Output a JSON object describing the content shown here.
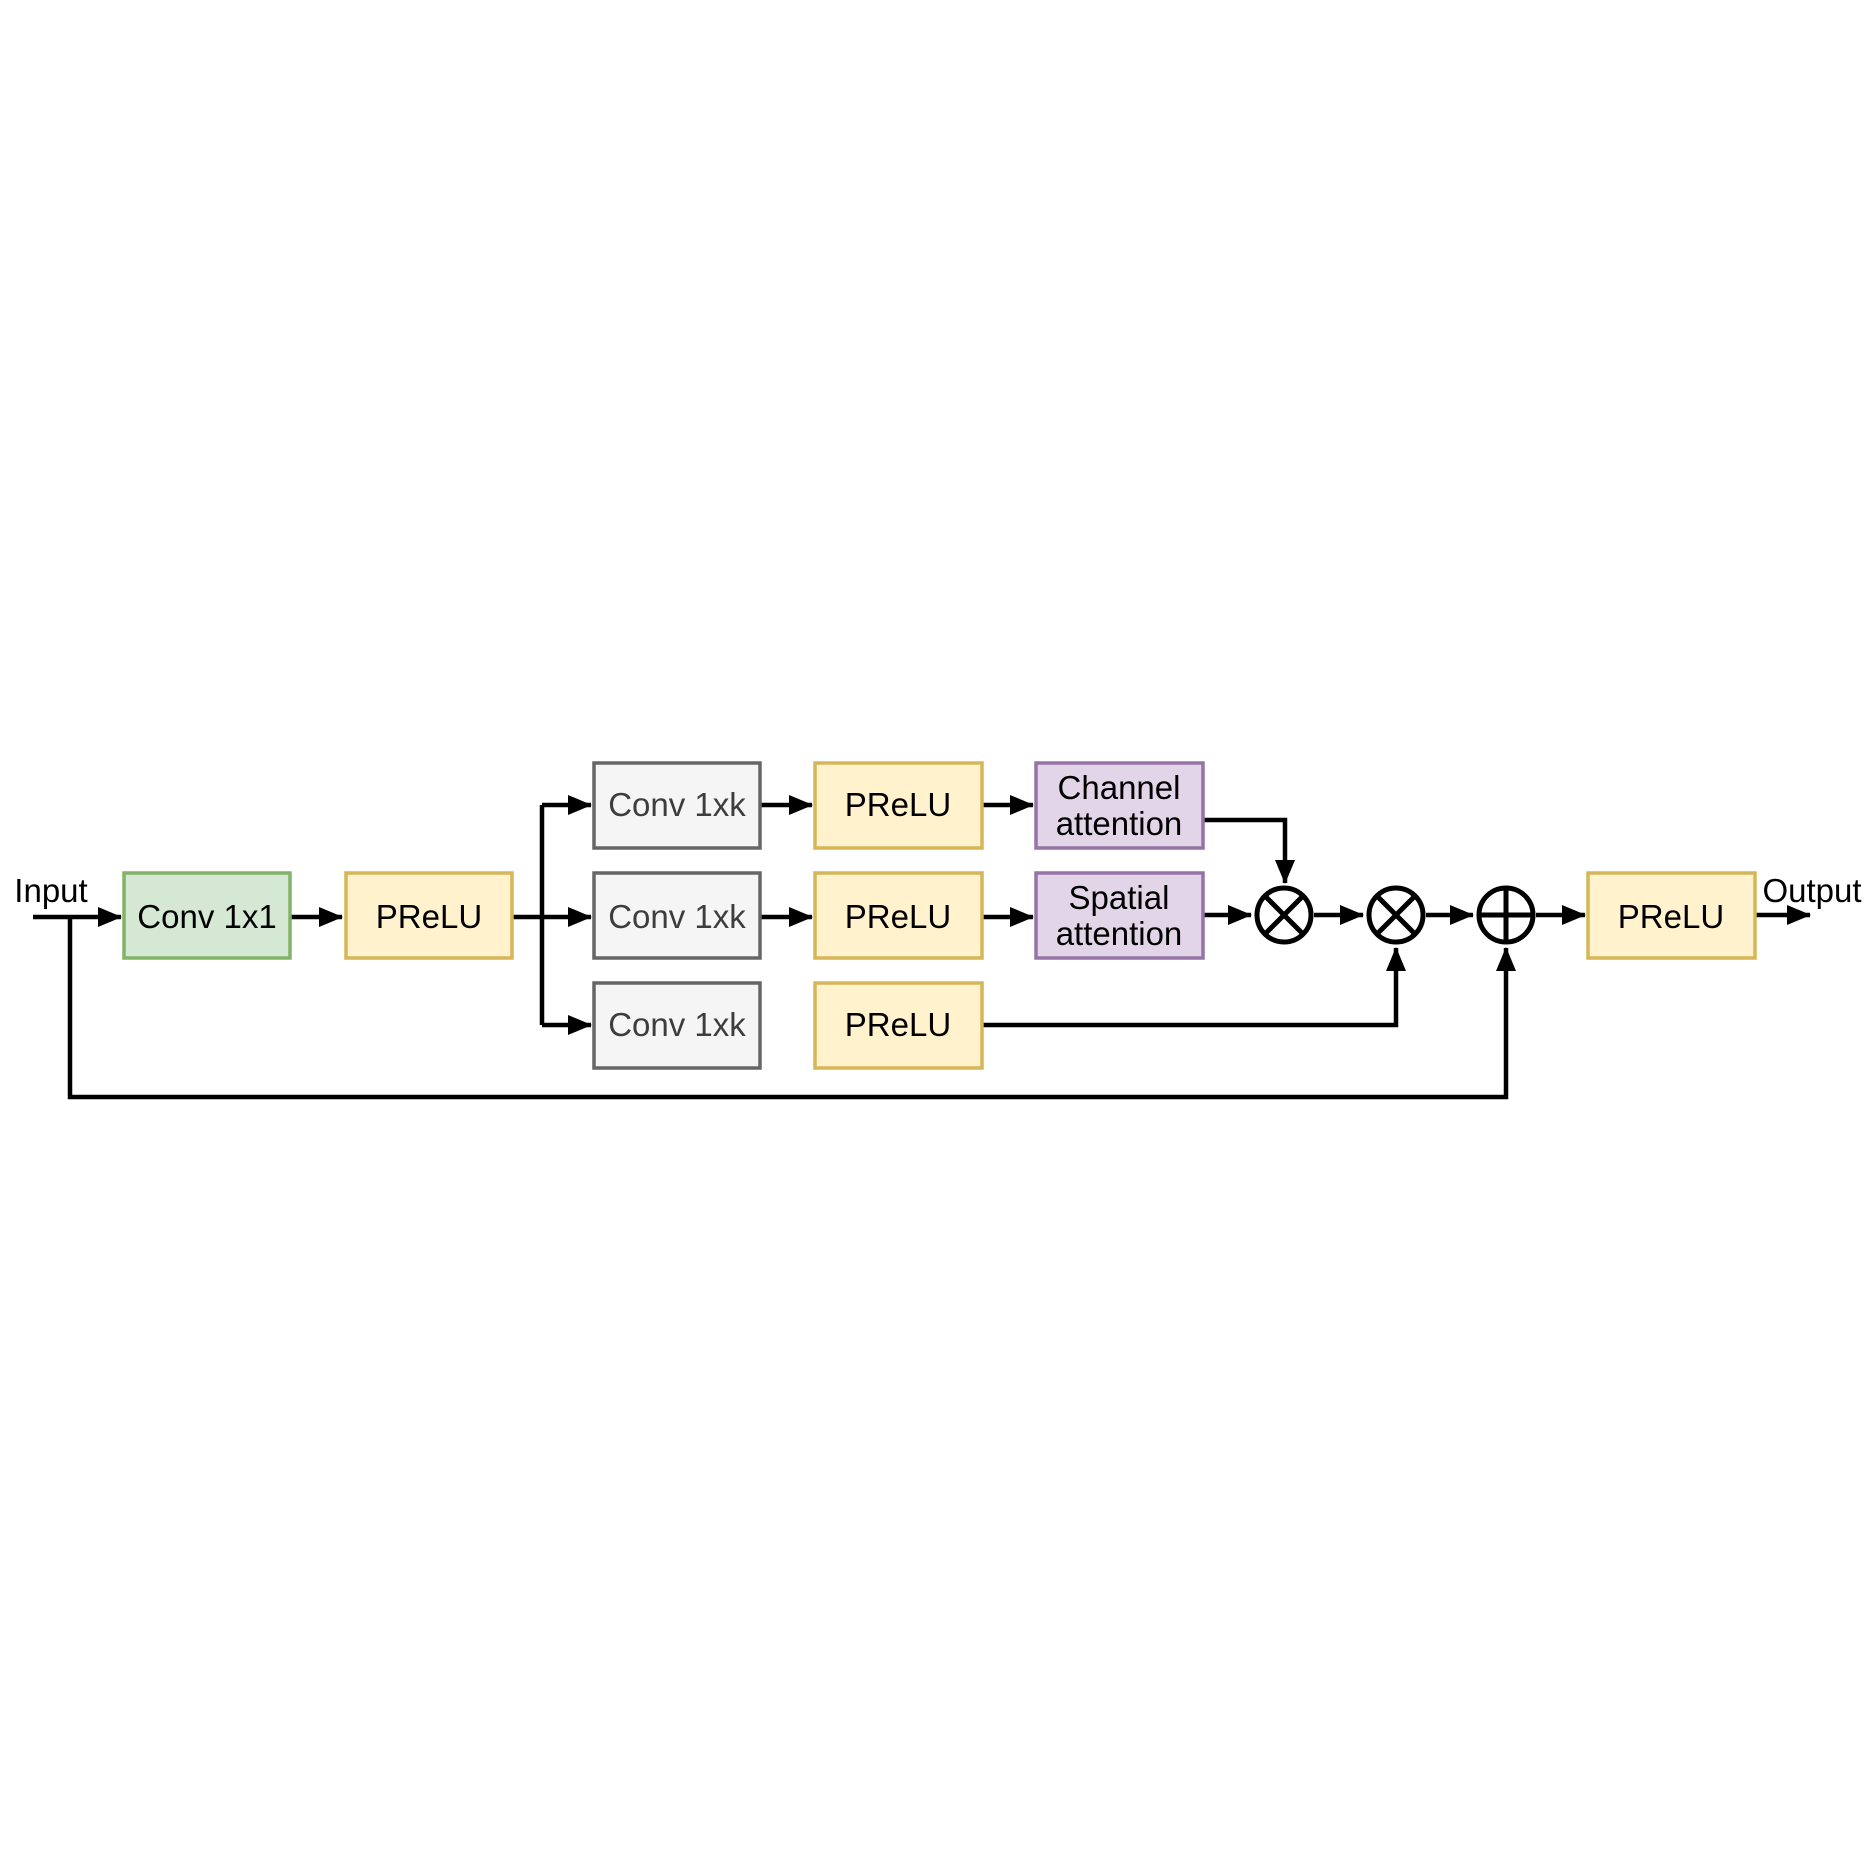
{
  "diagram": {
    "kind": "neural-network-block-diagram",
    "io": {
      "input_label": "Input",
      "output_label": "Output"
    },
    "nodes": {
      "conv_1x1": {
        "label": "Conv 1x1"
      },
      "prelu_main": {
        "label": "PReLU"
      },
      "conv_1xk_top": {
        "label": "Conv 1xk"
      },
      "prelu_top": {
        "label": "PReLU"
      },
      "channel_attention": {
        "label": "Channel attention",
        "line1": "Channel",
        "line2": "attention"
      },
      "conv_1xk_mid": {
        "label": "Conv 1xk"
      },
      "prelu_mid": {
        "label": "PReLU"
      },
      "spatial_attention": {
        "label": "Spatial attention",
        "line1": "Spatial",
        "line2": "attention"
      },
      "conv_1xk_bottom": {
        "label": "Conv 1xk"
      },
      "prelu_bottom": {
        "label": "PReLU"
      },
      "prelu_output": {
        "label": "PReLU"
      }
    },
    "operators": {
      "multiply_1": "⊗",
      "multiply_2": "⊗",
      "add_1": "⊕"
    },
    "colors": {
      "green_fill": "#d5e8d4",
      "green_stroke": "#82b366",
      "yellow_fill": "#fff2cc",
      "yellow_stroke": "#d6b656",
      "gray_fill": "#f5f5f5",
      "gray_stroke": "#666666",
      "purple_fill": "#e1d5e7",
      "purple_stroke": "#9673a6",
      "connector": "#000000",
      "background": "#ffffff"
    }
  }
}
